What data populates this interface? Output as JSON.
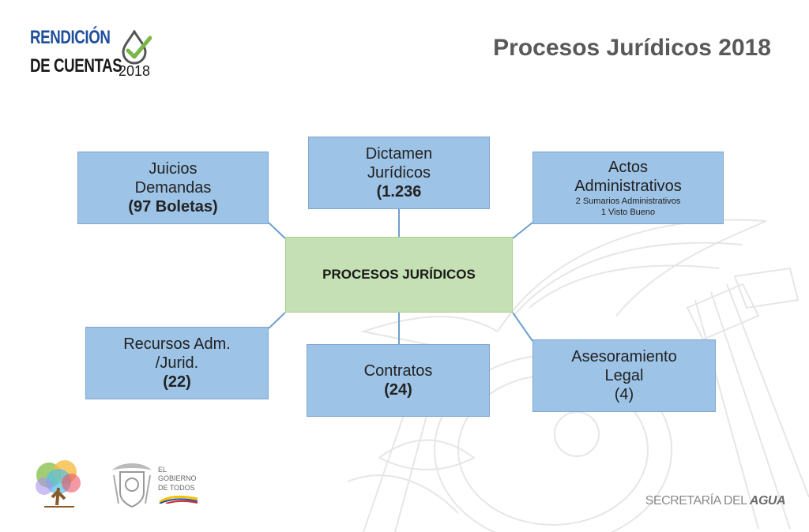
{
  "header": {
    "logo_line1": "RENDICIÓN",
    "logo_line2": "DE CUENTAS",
    "logo_year": "2018",
    "title": "Procesos Jurídicos 2018"
  },
  "diagram": {
    "center": "PROCESOS JURÍDICOS",
    "nodes": {
      "juicios": {
        "line1": "Juicios",
        "line2": "Demandas",
        "count": "(97 Boletas)"
      },
      "dictamen": {
        "line1": "Dictamen",
        "line2": "Jurídicos",
        "count": "(1.236"
      },
      "actos": {
        "line1": "Actos",
        "line2": "Administrativos",
        "detail1": "2 Sumarios Administrativos",
        "detail2": "1 Visto Bueno"
      },
      "recursos": {
        "line1": "Recursos Adm.",
        "line2": "/Jurid.",
        "count": "(22)"
      },
      "contratos": {
        "line1": "Contratos",
        "count": "(24)"
      },
      "asesoramiento": {
        "line1": "Asesoramiento",
        "line2": "Legal",
        "count": "(4)"
      }
    }
  },
  "footer": {
    "gob_line1": "EL",
    "gob_line2": "GOBIERNO",
    "gob_line3": "DE TODOS",
    "secretaria": "SECRETARÍA DEL",
    "secretaria_bold": "AGUA"
  },
  "colors": {
    "node_fill": "#9dc3e6",
    "center_fill": "#c5e0b4",
    "connector": "#6f9fd0",
    "logo_blue": "#1f4e9c",
    "check_green": "#7ab648"
  }
}
